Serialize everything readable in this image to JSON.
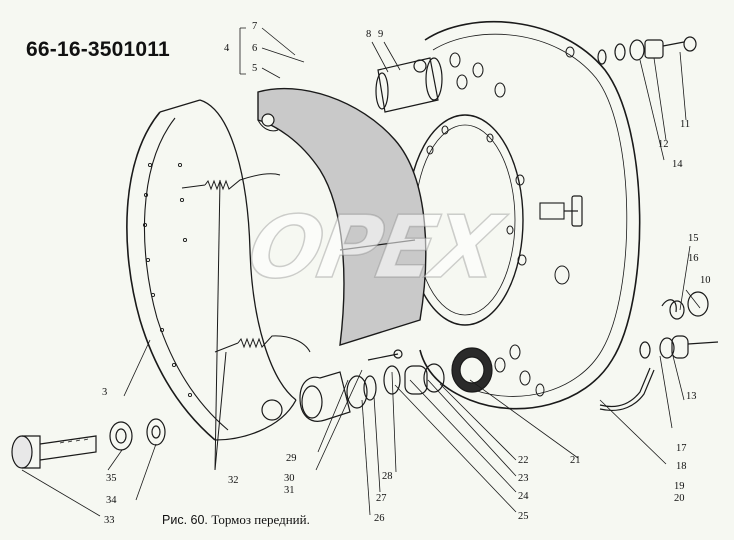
{
  "title": "66-16-3501011",
  "caption": {
    "prefix": "Рис.",
    "number": "60.",
    "text": "Тормоз передний."
  },
  "watermark": "OPEX",
  "colors": {
    "line": "#1a1a1a",
    "lining": "#c9c9c9",
    "background": "#f6f8f2"
  },
  "labels": {
    "l3": "3",
    "l4": "4",
    "l5": "5",
    "l6": "6",
    "l7": "7",
    "l8": "8",
    "l9": "9",
    "l10": "10",
    "l11": "11",
    "l12": "12",
    "l13": "13",
    "l14": "14",
    "l15": "15",
    "l16": "16",
    "l17": "17",
    "l18": "18",
    "l19": "19",
    "l20": "20",
    "l21": "21",
    "l22": "22",
    "l23": "23",
    "l24": "24",
    "l25": "25",
    "l26": "26",
    "l27": "27",
    "l28": "28",
    "l29": "29",
    "l30": "30",
    "l31": "31",
    "l32": "32",
    "l33": "33",
    "l34": "34",
    "l35": "35"
  }
}
